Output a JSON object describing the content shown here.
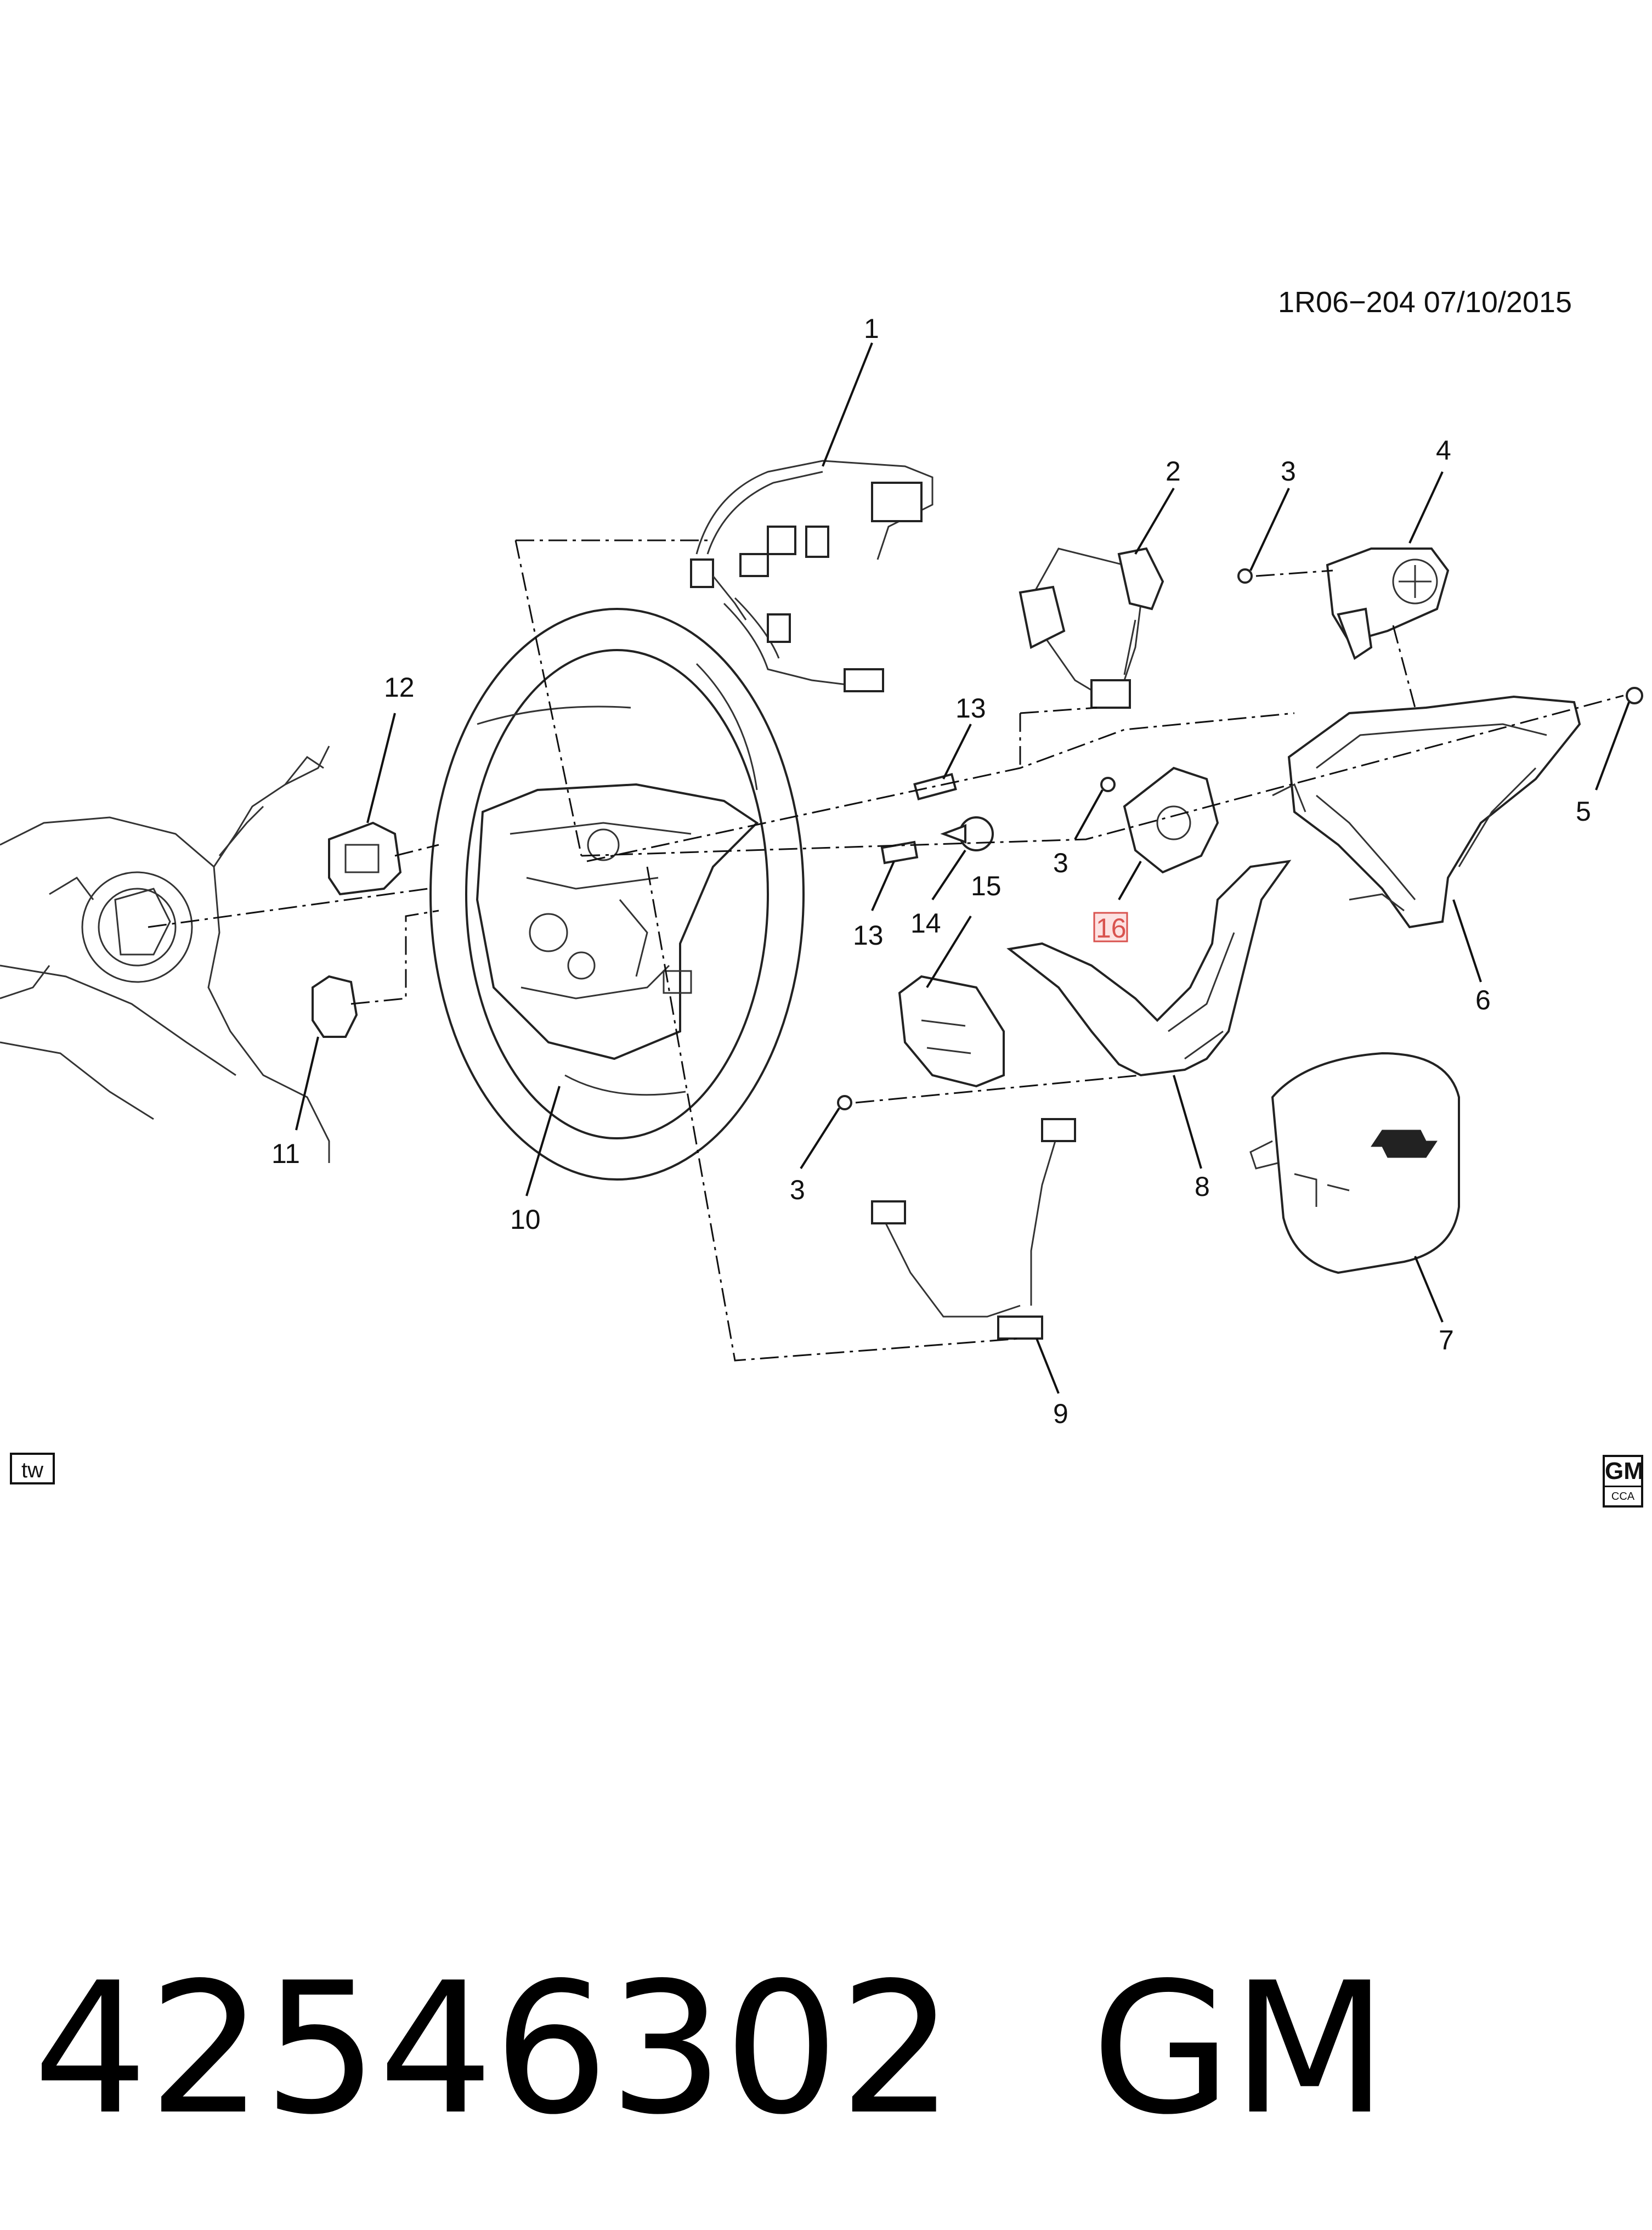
{
  "header": {
    "reference": "1R06−204  07/10/2015"
  },
  "footer": {
    "part_number": "42546302",
    "brand": "GM"
  },
  "badges": {
    "tw": "tw",
    "gm_logo_top": "GM",
    "gm_logo_bottom": "CCA"
  },
  "callouts": [
    {
      "id": "c1",
      "label": "1"
    },
    {
      "id": "c2",
      "label": "2"
    },
    {
      "id": "c3a",
      "label": "3"
    },
    {
      "id": "c4",
      "label": "4"
    },
    {
      "id": "c5",
      "label": "5"
    },
    {
      "id": "c6",
      "label": "6"
    },
    {
      "id": "c7",
      "label": "7"
    },
    {
      "id": "c8",
      "label": "8"
    },
    {
      "id": "c9",
      "label": "9"
    },
    {
      "id": "c10",
      "label": "10"
    },
    {
      "id": "c11",
      "label": "11"
    },
    {
      "id": "c12",
      "label": "12"
    },
    {
      "id": "c13a",
      "label": "13"
    },
    {
      "id": "c13b",
      "label": "13"
    },
    {
      "id": "c14",
      "label": "14"
    },
    {
      "id": "c15",
      "label": "15"
    },
    {
      "id": "c16",
      "label": "16"
    },
    {
      "id": "c3b",
      "label": "3"
    },
    {
      "id": "c3c",
      "label": "3"
    }
  ],
  "colors": {
    "line": "#111111",
    "highlight": "#d9534f",
    "background": "#ffffff"
  }
}
